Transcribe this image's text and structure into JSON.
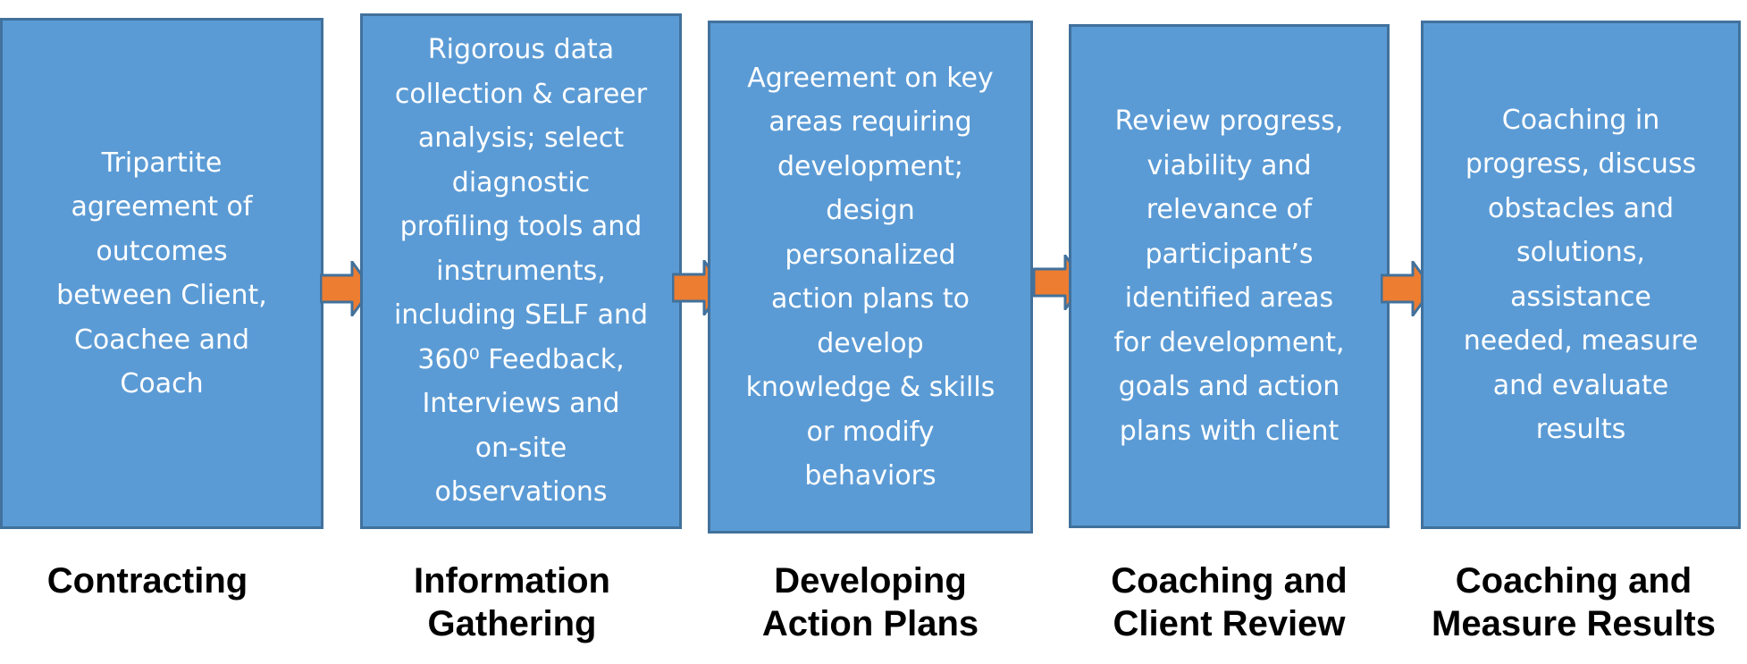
{
  "colors": {
    "box_fill": "#5b9bd5",
    "box_border": "#41719c",
    "arrow_fill": "#ed7d31",
    "arrow_border": "#41719c"
  },
  "stages": [
    {
      "text": [
        "Tripartite",
        "agreement of",
        "outcomes",
        "between Client,",
        "Coachee and",
        "Coach"
      ],
      "label": [
        "Contracting"
      ]
    },
    {
      "text": [
        "Rigorous data",
        "collection & career",
        "analysis; select",
        "diagnostic",
        "profiling tools and",
        "instruments,",
        "including SELF and",
        "360⁰ Feedback,",
        "Interviews and",
        "on-site",
        "observations"
      ],
      "label": [
        "Information",
        "Gathering"
      ]
    },
    {
      "text": [
        "Agreement on key",
        "areas requiring",
        "development;",
        "design",
        "personalized",
        "action plans to",
        "develop",
        "knowledge & skills",
        "or modify",
        "behaviors"
      ],
      "label": [
        "Developing",
        "Action Plans"
      ]
    },
    {
      "text": [
        "Review progress,",
        "viability and",
        "relevance of",
        "participant’s",
        "identified areas",
        "for development,",
        "goals and action",
        "plans with client"
      ],
      "label": [
        "Coaching and",
        "Client Review"
      ]
    },
    {
      "text": [
        "Coaching in",
        "progress, discuss",
        "obstacles and",
        "solutions,",
        "assistance",
        "needed, measure",
        "and evaluate",
        "results"
      ],
      "label": [
        "Coaching and",
        "Measure Results"
      ]
    }
  ],
  "arrows": [
    "right-arrow",
    "right-arrow",
    "right-arrow",
    "right-arrow"
  ]
}
